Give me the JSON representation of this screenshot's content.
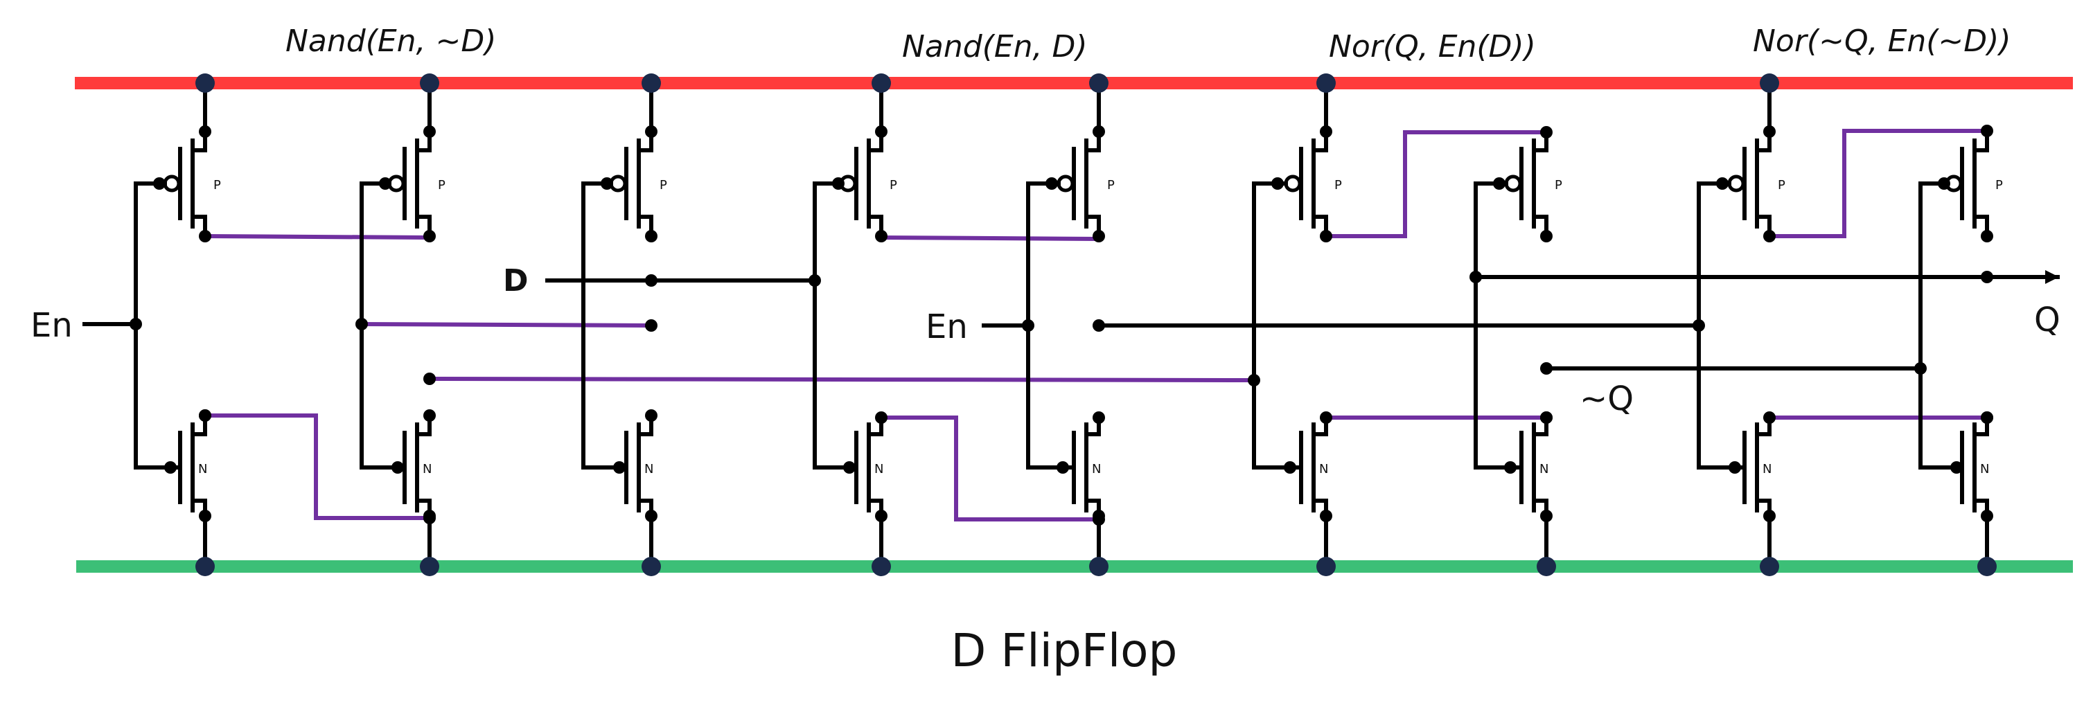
{
  "title": "D FlipFlop",
  "colors": {
    "vdd_rail": "#ff3b3b",
    "gnd_rail": "#3cbf77",
    "internal_wire": "#7030a0",
    "signal_wire": "#000000",
    "rail_node": "#1b2a4a"
  },
  "gates": [
    {
      "label": "Nand(En, ~D)"
    },
    {
      "label": "Nand(En, D)"
    },
    {
      "label": "Nor(Q, En(D))"
    },
    {
      "label": "Nor(~Q, En(~D))"
    }
  ],
  "signals": {
    "en_left": "En",
    "en_mid": "En",
    "d": "D",
    "q": "Q",
    "q_bar": "~Q"
  },
  "transistor_types": {
    "pmos": "P",
    "nmos": "N"
  }
}
